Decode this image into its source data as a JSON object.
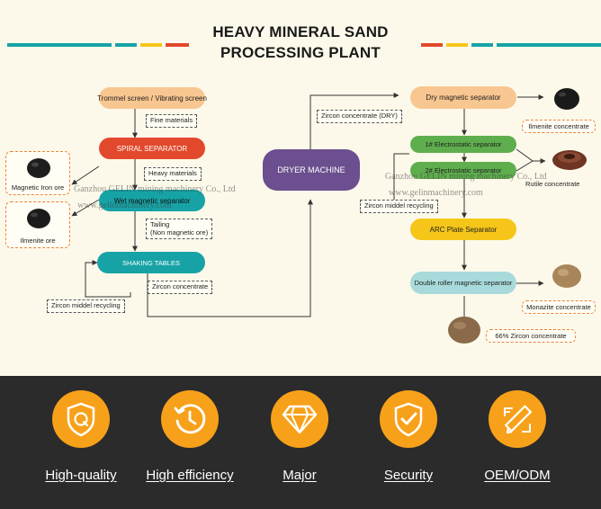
{
  "title": {
    "line1": "HEAVY MINERAL SAND",
    "line2": "PROCESSING PLANT"
  },
  "watermark": {
    "company": "Ganzhou GELIN mining machinery Co., Ltd",
    "website": "www.gelinmachinery.com"
  },
  "colors": {
    "orange": "#f7a11a",
    "red": "#e2492c",
    "teal": "#17a3a6",
    "purple": "#6b4f8e",
    "green": "#5fae4e",
    "yellow": "#f5c619",
    "light_teal": "#a8dadb",
    "peach": "#f8c690"
  },
  "nodes": {
    "trommel": "Trommel screen / Vibrating screen",
    "spiral": "SPIRAL SEPARATOR",
    "wet_magnetic": "Wet magnetic separator",
    "shaking": "SHAKING TABLES",
    "dryer": "DRYER MACHINE",
    "dry_magnetic": "Dry magnetic separator",
    "electrostatic1": "1# Electrostatic  separator",
    "electrostatic2": "2# Electrostatic  separator",
    "arc": "ARC Plate Separator",
    "double_roller": "Double roller magnetic separator"
  },
  "labels": {
    "fine": "Fine materials",
    "heavy": "Heavy materials",
    "tailing_1": "Tailing",
    "tailing_2": "(Non magnetic ore)",
    "zircon_conc_left": "Zircon concentrate",
    "zircon_middle_left": "Zircon middel recycling",
    "zircon_conc_dry": "Zircon concentrate (DRY)",
    "zircon_middle_right": "Zircon middel recycling"
  },
  "products": {
    "magnetic_iron": "Magnetic Iron ore",
    "ilmenite_left": "Ilmenite ore",
    "ilmenite_conc": "Ilmenite concentrate",
    "rutile_conc": "Rutile concentrate",
    "monazite_conc": "Monazite concentrate",
    "zircon_66": "66% Zircon concentrate"
  },
  "features": [
    {
      "label": "High-quality",
      "icon": "quality-shield-icon"
    },
    {
      "label": "High efficiency",
      "icon": "clock-history-icon"
    },
    {
      "label": "Major",
      "icon": "diamond-icon"
    },
    {
      "label": "Security",
      "icon": "security-shield-check-icon"
    },
    {
      "label": "OEM/ODM",
      "icon": "pencil-ruler-icon"
    }
  ]
}
